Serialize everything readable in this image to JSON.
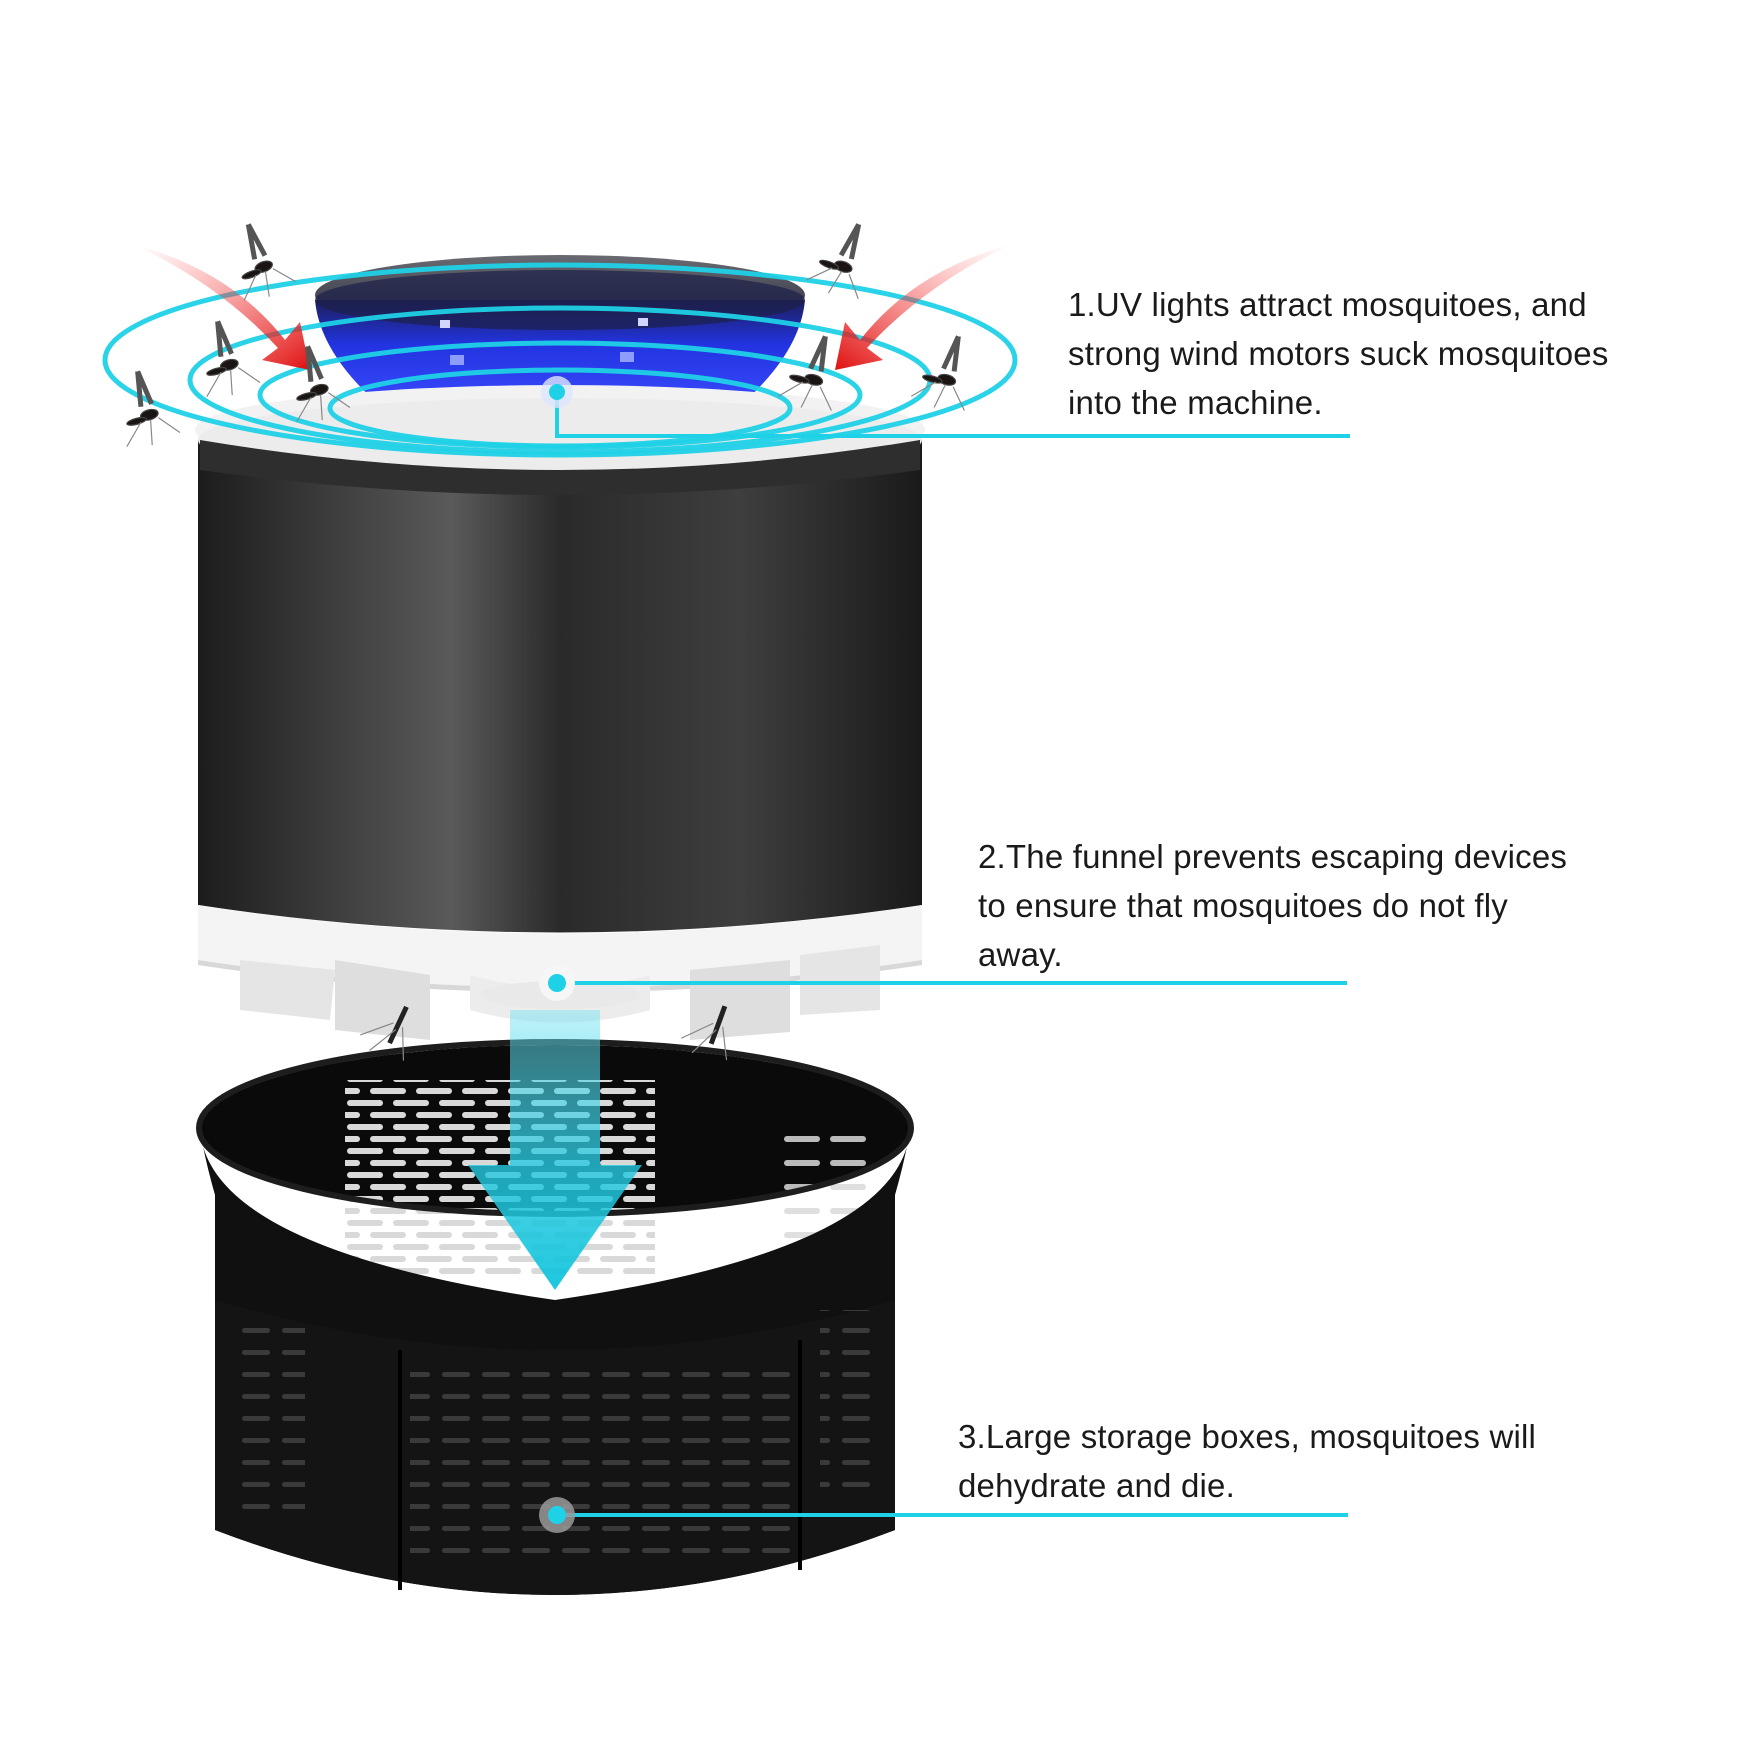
{
  "diagram": {
    "subject": "Mosquito trap (exploded view)",
    "colors": {
      "accent_cyan": "#22c9dc",
      "uv_blue": "#2a3bff",
      "body_dark": "#2b2b2b",
      "ring_white": "#eeeeee",
      "arrow_red": "#e01b1b",
      "basket_black": "#0e0e0e"
    },
    "callouts": [
      {
        "id": "1",
        "target": "uv-light-top",
        "lines": [
          "1.UV lights attract mosquitoes, and",
          "strong wind motors suck mosquitoes",
          "into the machine."
        ]
      },
      {
        "id": "2",
        "target": "funnel-base",
        "lines": [
          "2.The funnel prevents escaping devices",
          "to ensure that mosquitoes do not fly",
          "away."
        ]
      },
      {
        "id": "3",
        "target": "storage-basket",
        "lines": [
          "3.Large storage boxes, mosquitoes will",
          "dehydrate and die."
        ]
      }
    ],
    "icons": {
      "mosquito": "mosquito-icon",
      "suction_arrow": "red-curved-arrow-icon",
      "down_arrow": "cyan-down-arrow-icon",
      "marker": "callout-dot-icon"
    }
  }
}
